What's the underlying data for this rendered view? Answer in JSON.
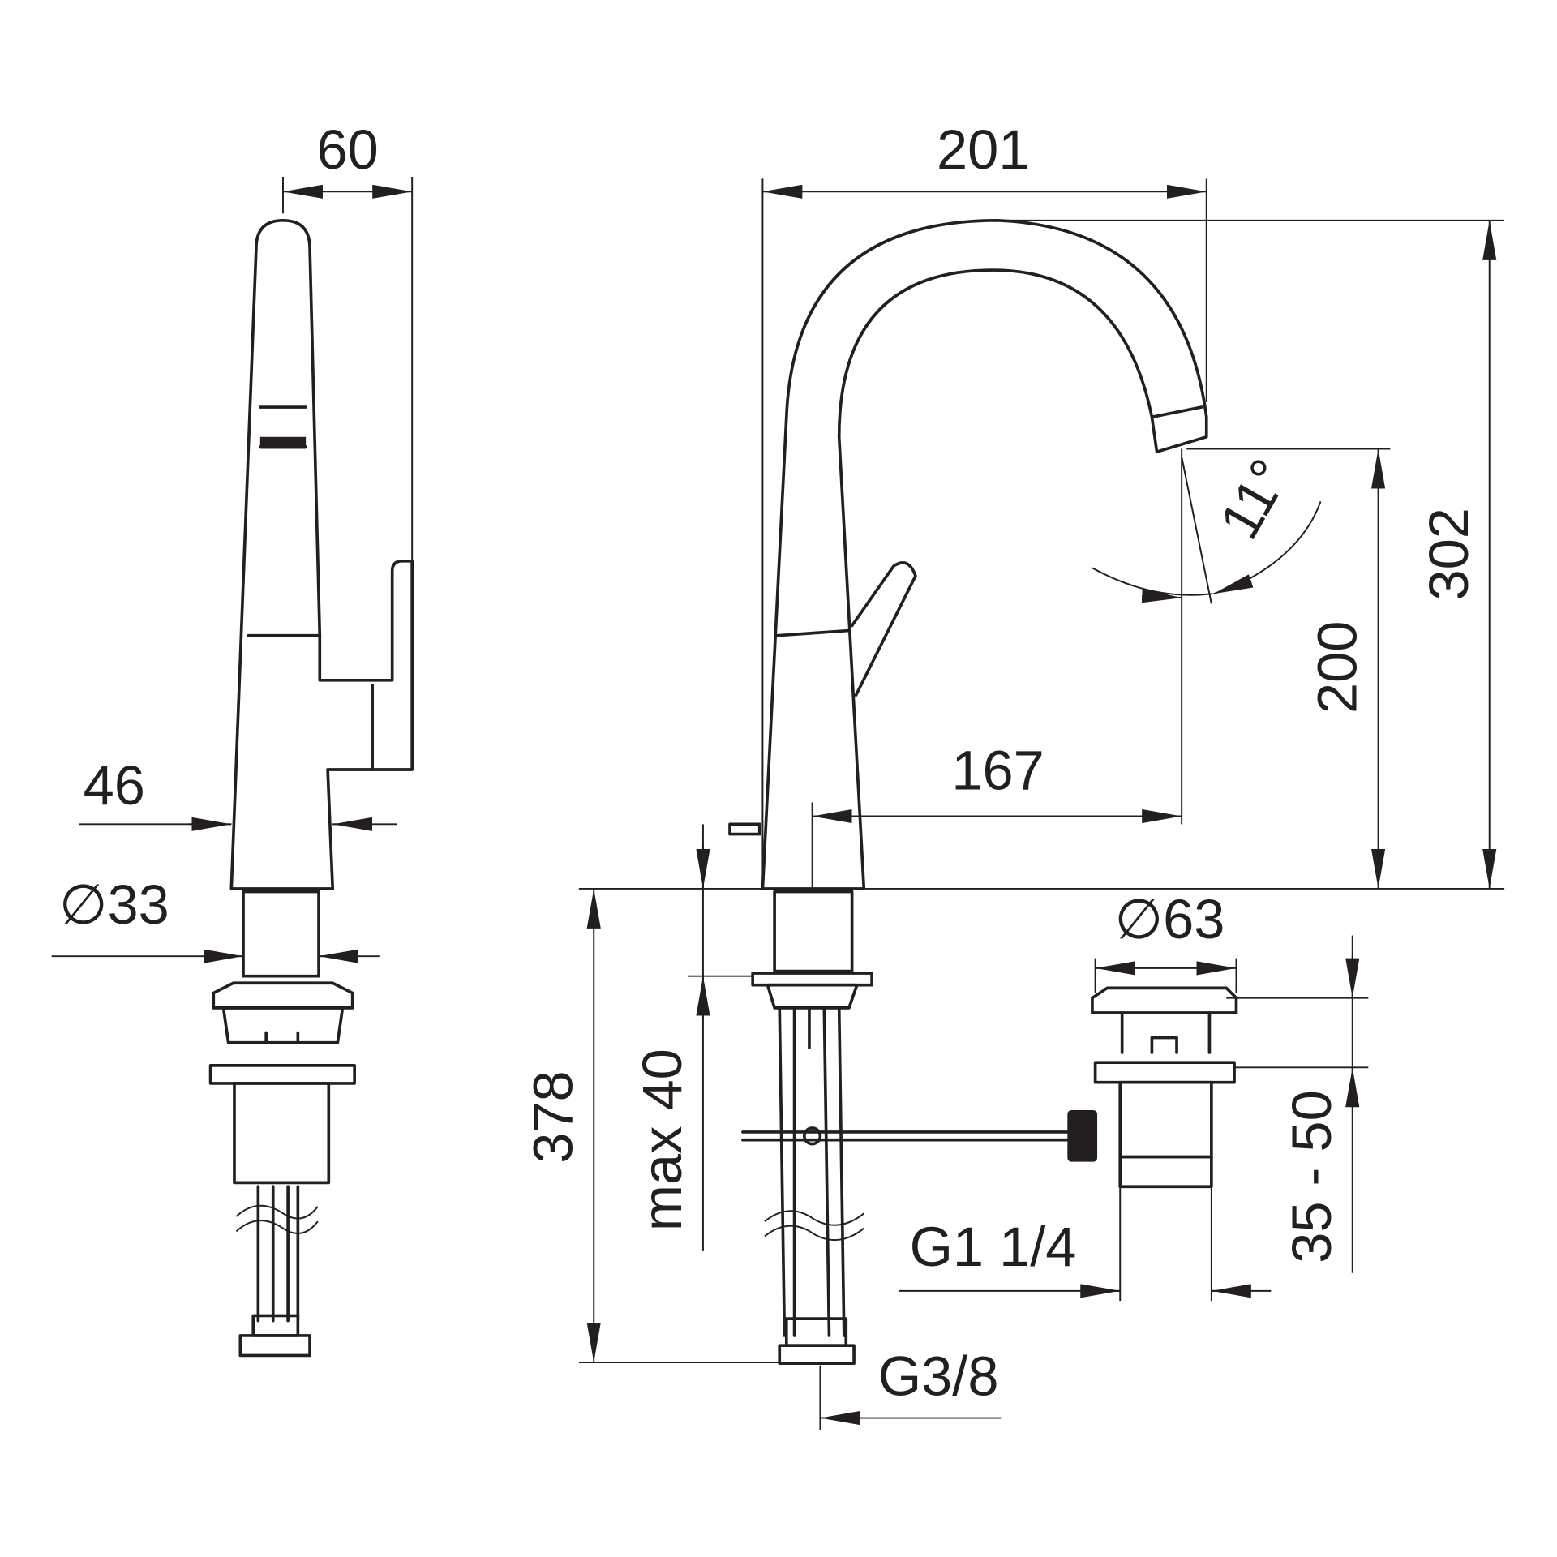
{
  "dimensions": {
    "side_depth": "60",
    "spout_reach_total": "201",
    "total_height": "302",
    "spout_height": "200",
    "spout_reach": "167",
    "body_width": "46",
    "shank_diameter": "∅33",
    "waste_diameter": "∅63",
    "below_deck_length": "378",
    "max_deck_thickness": "max 40",
    "waste_range": "35 - 50",
    "waste_thread": "G1 1/4",
    "supply_thread": "G3/8",
    "spout_angle": "11°"
  },
  "colors": {
    "line": "#231f20",
    "background": "#ffffff"
  }
}
